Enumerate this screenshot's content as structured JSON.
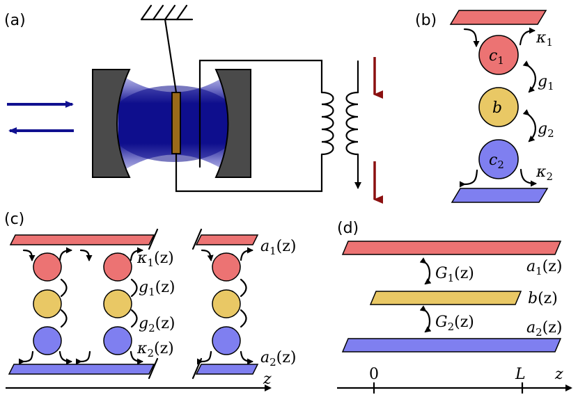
{
  "panel_labels": {
    "a": "(a)",
    "b": "(b)",
    "c": "(c)",
    "d": "(d)"
  },
  "colors": {
    "red": "#ec7373",
    "yellow": "#e9c865",
    "blue": "#7f7ff0",
    "laser": "#101090",
    "mirror": "#4a4a4a",
    "membrane": "#9a6a1a",
    "down_arrow": "#8b1010"
  },
  "panel_b": {
    "c1": "c",
    "c1_sub": "1",
    "b": "b",
    "c2": "c",
    "c2_sub": "2",
    "kappa1": "κ",
    "kappa1_sub": "1",
    "kappa2": "κ",
    "kappa2_sub": "2",
    "g1": "g",
    "g1_sub": "1",
    "g2": "g",
    "g2_sub": "2"
  },
  "panel_c": {
    "kappa1": "κ",
    "kappa1_sub": "1",
    "kappa1_arg": "(z)",
    "g1": "g",
    "g1_sub": "1",
    "g1_arg": "(z)",
    "g2": "g",
    "g2_sub": "2",
    "g2_arg": "(z)",
    "kappa2": "κ",
    "kappa2_sub": "2",
    "kappa2_arg": "(z)",
    "a1": "a",
    "a1_sub": "1",
    "a1_arg": "(z)",
    "a2": "a",
    "a2_sub": "2",
    "a2_arg": "(z)",
    "axis": "z"
  },
  "panel_d": {
    "G1": "G",
    "G1_sub": "1",
    "G1_arg": "(z)",
    "G2": "G",
    "G2_sub": "2",
    "G2_arg": "(z)",
    "a1": "a",
    "a1_sub": "1",
    "a1_arg": "(z)",
    "b": "b",
    "b_arg": "(z)",
    "a2": "a",
    "a2_sub": "2",
    "a2_arg": "(z)",
    "tick0": "0",
    "tickL": "L",
    "axis": "z"
  }
}
